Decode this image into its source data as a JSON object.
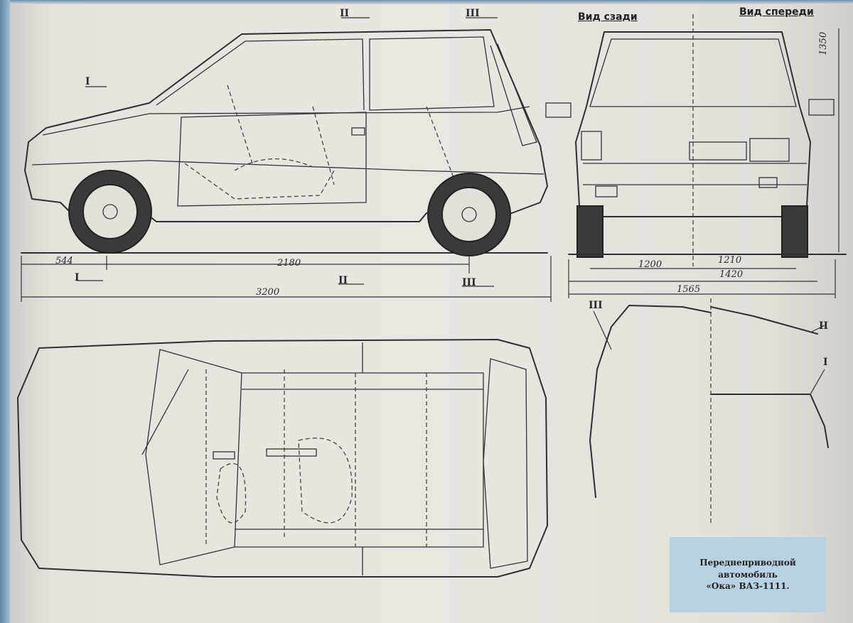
{
  "headers": {
    "rear_view": "Вид сзади",
    "front_view": "Вид спереди"
  },
  "dimensions": {
    "front_overhang": "544",
    "wheelbase": "2180",
    "overall_length": "3200",
    "height": "1350",
    "rear_track": "1200",
    "front_track": "1210",
    "overall_width_mirrors": "1420",
    "overall_width": "1565"
  },
  "section_marks": {
    "one": "I",
    "two": "II",
    "three": "III"
  },
  "caption": {
    "line1": "Переднеприводной",
    "line2": "автомобиль",
    "line3": "«Ока»  ВАЗ-1111."
  }
}
